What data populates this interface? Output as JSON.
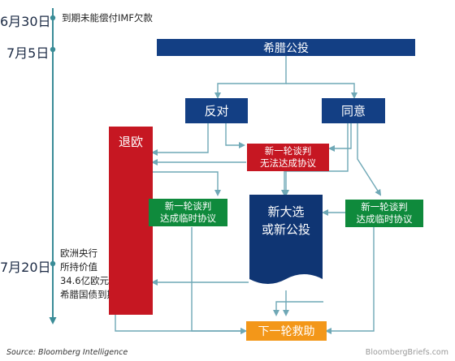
{
  "timeline": {
    "dates": [
      "6月30日",
      "7月5日",
      "7月20日"
    ],
    "note_jun30": "到期未能偿付IMF欠款",
    "note_jul20": [
      "欧洲央行",
      "所持价值",
      "34.6亿欧元",
      "希腊国债到期"
    ]
  },
  "nodes": {
    "referendum": "希腊公投",
    "oppose": "反对",
    "agree": "同意",
    "grexit": "退欧",
    "fail": [
      "新一轮谈判",
      "无法达成协议"
    ],
    "deal_left": [
      "新一轮谈判",
      "达成临时协议"
    ],
    "deal_right": [
      "新一轮谈判",
      "达成临时协议"
    ],
    "election": [
      "新大选",
      "或新公投"
    ],
    "bailout": "下一轮救助"
  },
  "footer": {
    "source": "Source: Bloomberg Intelligence",
    "brand": "BloombergBriefs.com"
  },
  "colors": {
    "navy": "#133f84",
    "red": "#c61722",
    "green": "#0f8a3c",
    "orange": "#f39719",
    "timeline": "#3a8c97",
    "connector": "#6fa8b6"
  }
}
